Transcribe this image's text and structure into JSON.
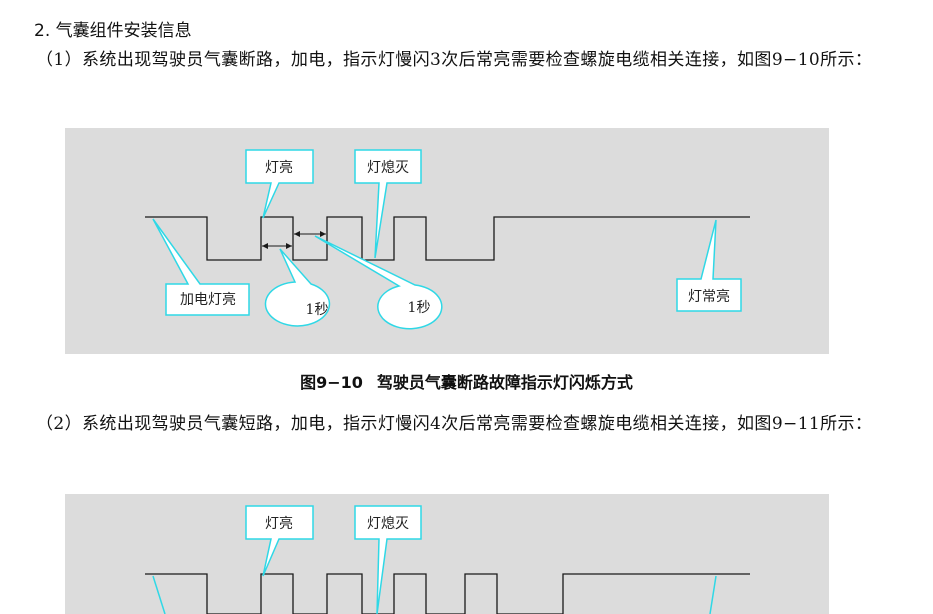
{
  "section": {
    "heading": "2. 气囊组件安装信息"
  },
  "paragraphs": {
    "p1": "（1）系统出现驾驶员气囊断路，加电，指示灯慢闪3次后常亮需要检查螺旋电缆相关连接，如图9−10所示：",
    "p2": "（2）系统出现驾驶员气囊短路，加电，指示灯慢闪4次后常亮需要检查螺旋电缆相关连接，如图9−11所示："
  },
  "figure1": {
    "caption_number": "图9−10",
    "caption_text": "驾驶员气囊断路故障指示灯闪烁方式",
    "labels": {
      "light_on": "灯亮",
      "light_off": "灯熄灭",
      "power_on": "加电灯亮",
      "one_second_a": "1秒",
      "one_second_b": "1秒",
      "steady_on": "灯常亮"
    }
  },
  "figure2": {
    "labels": {
      "light_on": "灯亮",
      "light_off": "灯熄灭"
    }
  },
  "colors": {
    "figure_bg": "#dcdcdc",
    "callout_border": "#2fd8e6",
    "callout_fill": "#ffffff",
    "signal_line": "#1a1a1a"
  }
}
